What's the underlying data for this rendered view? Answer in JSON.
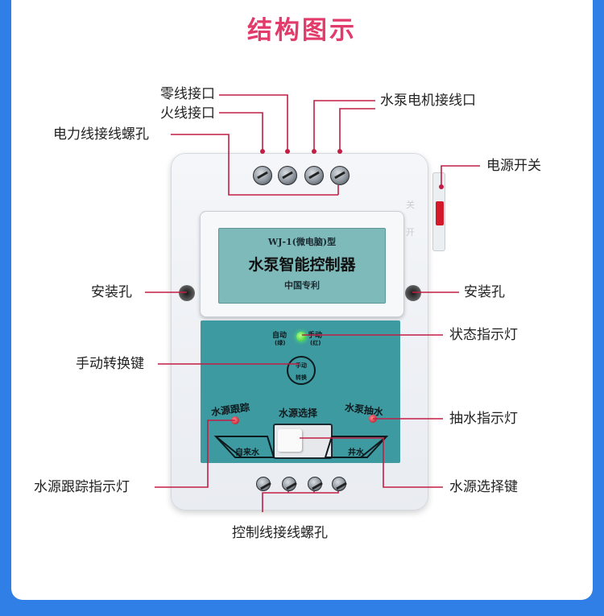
{
  "title": "结构图示",
  "colors": {
    "accent": "#e23a6a",
    "leader_line": "#c21e45",
    "frame_blue": "#2f7fe6",
    "panel_teal": "#3d9aa0",
    "lcd": "#7fbabb"
  },
  "labels": {
    "neutral_port": "零线接口",
    "live_port": "火线接口",
    "power_line_screws": "电力线接线螺孔",
    "pump_motor_port": "水泵电机接线口",
    "power_switch": "电源开关",
    "mount_hole_left": "安装孔",
    "mount_hole_right": "安装孔",
    "status_light": "状态指示灯",
    "manual_key": "手动转换键",
    "pumping_light": "抽水指示灯",
    "source_tracking_light": "水源跟踪指示灯",
    "source_select_key": "水源选择键",
    "control_line_screws": "控制线接线螺孔"
  },
  "device": {
    "model": "WJ-1(微电脑)型",
    "name": "水泵智能控制器",
    "patent": "中国专利",
    "auto_label": "自动",
    "auto_color": "(绿)",
    "manual_label": "手动",
    "manual_color": "(红)",
    "manual_button_top": "手动",
    "manual_button_bottom": "转换",
    "source_tracking": "水源跟踪",
    "source_select": "水源选择",
    "pump_draw": "水泵抽水",
    "tap_water": "自来水",
    "well_water": "井水",
    "switch_off": "关",
    "switch_on": "开"
  }
}
